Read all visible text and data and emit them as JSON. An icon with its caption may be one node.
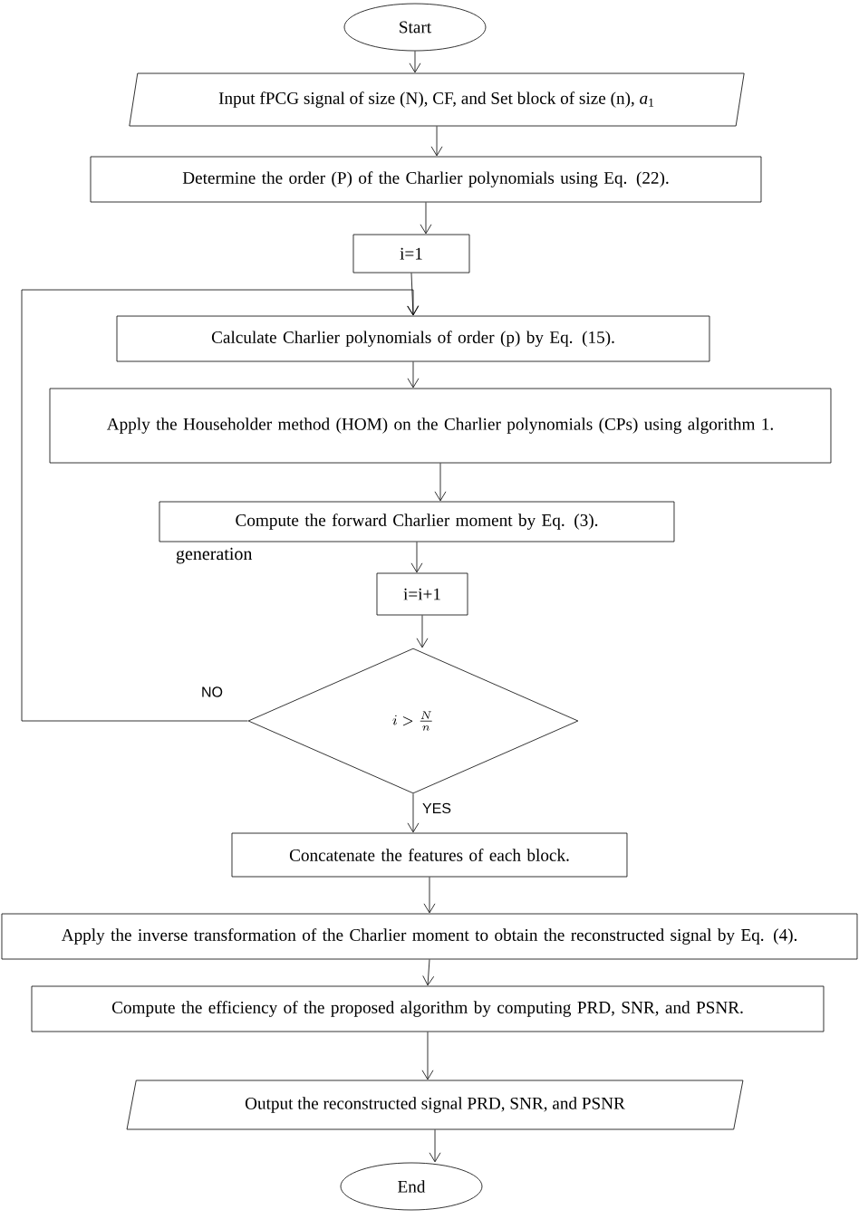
{
  "diagram": {
    "nodes": [
      {
        "text": [
          "Start"
        ]
      },
      {
        "text": [
          "Input fPCG signal of size (N), CF, and Set block of size (n), *a*$_{1}$"
        ]
      },
      {
        "text": [
          "Determine the order (P) of the Charlier polynomials using Eq. (22)."
        ]
      },
      {
        "text": [
          "i=1"
        ]
      },
      {
        "text": [
          "Calculate Charlier polynomials of order (p) by Eq. (15)."
        ]
      },
      {
        "text": [
          "Apply the Householder method (HOM) on the Charlier polynomials (CPs) using algorithm 1."
        ]
      },
      {
        "text": [
          "Compute the forward Charlier moment by Eq. (3)."
        ],
        "beside": [
          "generation"
        ]
      },
      {
        "text": [
          "i=i+1"
        ]
      },
      {
        "text": [
          "i > \\frac{N}{n}"
        ]
      },
      {
        "text": [
          "Concatenate the features of each block."
        ]
      },
      {
        "text": [
          "Apply the inverse transformation of the Charlier moment to obtain the reconstructed signal by Eq. (4)."
        ]
      },
      {
        "text": [
          "Compute the efficiency of the proposed algorithm by computing PRD, SNR, and PSNR."
        ]
      },
      {
        "text": [
          "Output the reconstructed signal PRD, SNR, and PSNR"
        ]
      },
      {
        "text": [
          "End"
        ]
      }
    ],
    "edges": [
      {
        "from": 0,
        "to": 1,
        "arrow": "to"
      },
      {
        "from": 1,
        "to": 2,
        "arrow": "to"
      },
      {
        "from": 2,
        "to": 3,
        "arrow": "to"
      },
      {
        "from": 3,
        "to": 4,
        "arrow": "to"
      },
      {
        "from": 4,
        "to": 5,
        "arrow": "to"
      },
      {
        "from": 5,
        "to": 6,
        "arrow": "to"
      },
      {
        "from": 6,
        "to": 7,
        "arrow": "to"
      },
      {
        "from": 7,
        "to": 8,
        "arrow": "to"
      },
      {
        "from": 8,
        "to": 9,
        "arrow": "to",
        "label": "YES"
      },
      {
        "from": 9,
        "to": 10,
        "arrow": "to"
      },
      {
        "from": 10,
        "to": 11,
        "arrow": "to"
      },
      {
        "from": 11,
        "to": 12,
        "arrow": "to"
      },
      {
        "from": 12,
        "to": 13,
        "arrow": "to"
      },
      {
        "from": 8,
        "to": 4,
        "arrow": "to",
        "label": "NO"
      }
    ]
  }
}
